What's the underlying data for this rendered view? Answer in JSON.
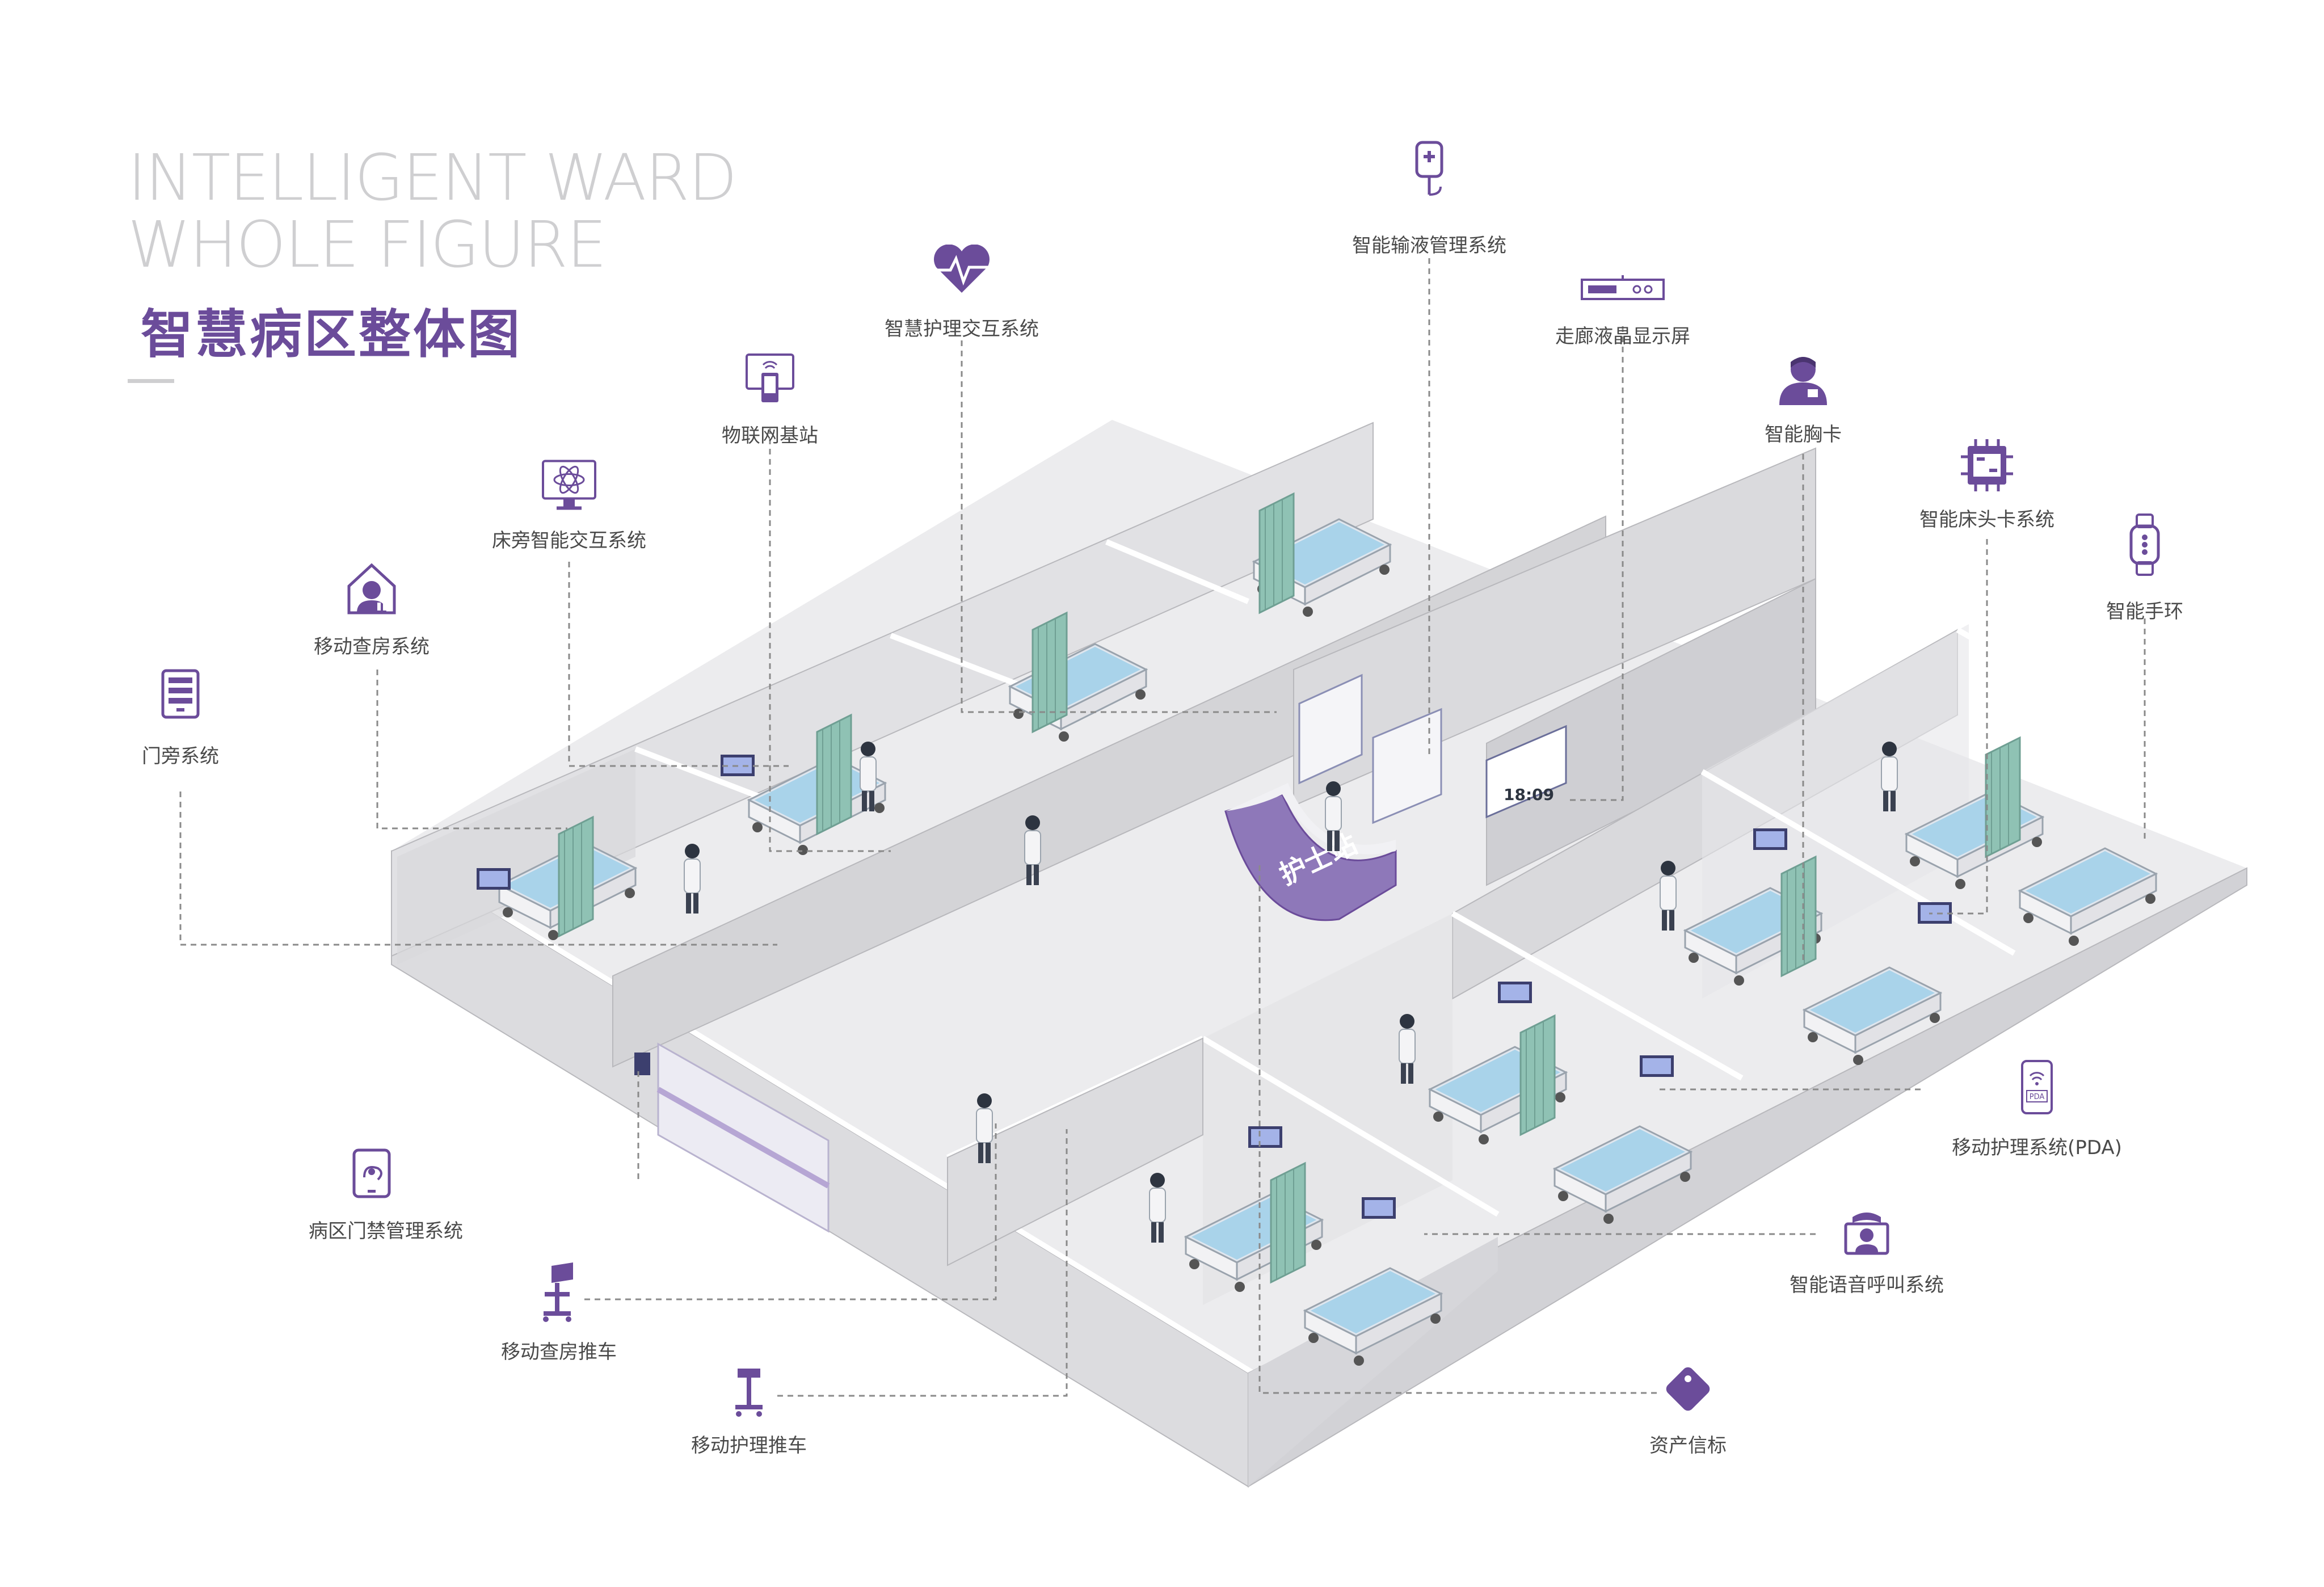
{
  "title": {
    "en_line1": "INTELLIGENT WARD",
    "en_line2": "WHOLE FIGURE",
    "cn": "智慧病区整体图"
  },
  "nurse_station_sign": "护士站",
  "corridor_display_time": "18:09",
  "colors": {
    "accent": "#6b4c9a",
    "wall": "#d7d7da",
    "floor": "#ececee",
    "curtain": "#8fc2b4",
    "line": "#8a8a8a"
  },
  "systems": {
    "infusion": {
      "label": "智能输液管理系统",
      "icon": "iv-bag-icon"
    },
    "corridor_lcd": {
      "label": "走廊液晶显示屏",
      "icon": "lcd-display-icon"
    },
    "nursing_interaction": {
      "label": "智慧护理交互系统",
      "icon": "heart-pulse-icon"
    },
    "iot_station": {
      "label": "物联网基站",
      "icon": "iot-tablet-icon"
    },
    "badge": {
      "label": "智能胸卡",
      "icon": "nurse-avatar-icon"
    },
    "bedside_interaction": {
      "label": "床旁智能交互系统",
      "icon": "atom-monitor-icon"
    },
    "bedhead_card": {
      "label": "智能床头卡系统",
      "icon": "chip-icon"
    },
    "mobile_rounds": {
      "label": "移动查房系统",
      "icon": "house-chart-icon"
    },
    "wristband": {
      "label": "智能手环",
      "icon": "wristband-icon"
    },
    "door_side": {
      "label": "门旁系统",
      "icon": "door-panel-icon"
    },
    "pda": {
      "label": "移动护理系统(PDA)",
      "icon": "pda-icon",
      "screen_text": "PDA"
    },
    "access_control": {
      "label": "病区门禁管理系统",
      "icon": "access-tablet-icon"
    },
    "voice_call": {
      "label": "智能语音呼叫系统",
      "icon": "nurse-call-icon"
    },
    "rounds_cart": {
      "label": "移动查房推车",
      "icon": "rounds-cart-icon"
    },
    "nursing_cart": {
      "label": "移动护理推车",
      "icon": "nursing-cart-icon"
    },
    "asset_tag": {
      "label": "资产信标",
      "icon": "asset-tag-icon"
    }
  }
}
